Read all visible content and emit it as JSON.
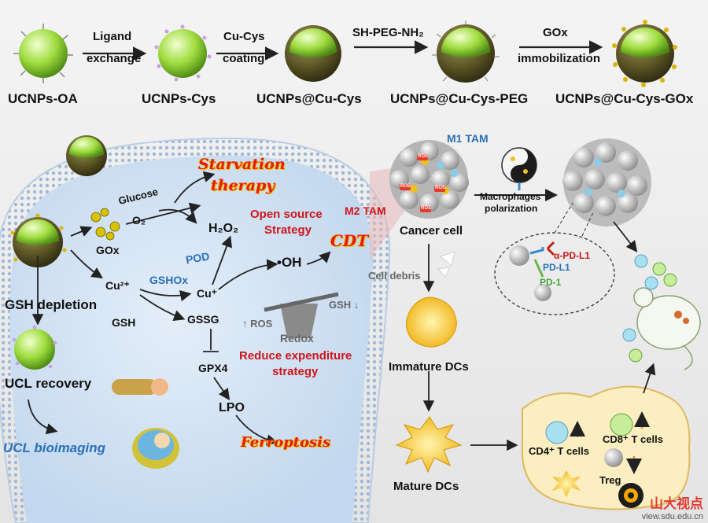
{
  "top_row": {
    "stages": [
      "UCNPs-OA",
      "UCNPs-Cys",
      "UCNPs@Cu-Cys",
      "UCNPs@Cu-Cys-PEG",
      "UCNPs@Cu-Cys-GOx"
    ],
    "steps": [
      {
        "line1": "Ligand",
        "line2": "exchange"
      },
      {
        "line1": "Cu-Cys",
        "line2": "coating"
      },
      {
        "line1": "SH-PEG-NH₂",
        "line2": ""
      },
      {
        "line1": "GOx",
        "line2": "immobilization"
      }
    ]
  },
  "cell": {
    "glucose": "Glucose",
    "o2": "O₂",
    "gox": "GOx",
    "h2o2": "H₂O₂",
    "starvation_1": "Starvation",
    "starvation_2": "therapy",
    "open_source_1": "Open source",
    "open_source_2": "Strategy",
    "pod": "POD",
    "oh": "•OH",
    "cdt": "CDT",
    "cu2": "Cu²⁺",
    "gshox": "GSHOx",
    "cu1": "Cu⁺",
    "gsh_depletion": "GSH depletion",
    "gsh": "GSH",
    "gssg": "GSSG",
    "ros": "ROS",
    "redox": "Redox",
    "gsh_down": "GSH",
    "reduce_1": "Reduce expenditure",
    "reduce_2": "strategy",
    "gpx4": "GPX4",
    "lpo": "LPO",
    "ferroptosis": "Ferroptosis",
    "ucl_recovery": "UCL recovery",
    "ucl_bioimaging": "UCL bioimaging"
  },
  "immune": {
    "m1_tam": "M1 TAM",
    "m2_tam": "M2 TAM",
    "cancer_cell": "Cancer cell",
    "macrophages_1": "Macrophages",
    "macrophages_2": "polarization",
    "alpha_pdl1": "α-PD-L1",
    "pdl1": "PD-L1",
    "pd1": "PD-1",
    "cell_debris": "Cell debris",
    "immature_dcs": "Immature DCs",
    "mature_dcs": "Mature DCs",
    "cd4": "CD4⁺ T cells",
    "cd8": "CD8⁺ T cells",
    "treg": "Treg",
    "ros_tag": "ROS"
  },
  "watermark": {
    "brand": "山大视点",
    "url": "view.sdu.edu.cn"
  },
  "colors": {
    "accent_red": "#d0151b",
    "accent_blue": "#2a70b8",
    "np_green": "#a6e04a",
    "shell": "#4f4a1e"
  }
}
